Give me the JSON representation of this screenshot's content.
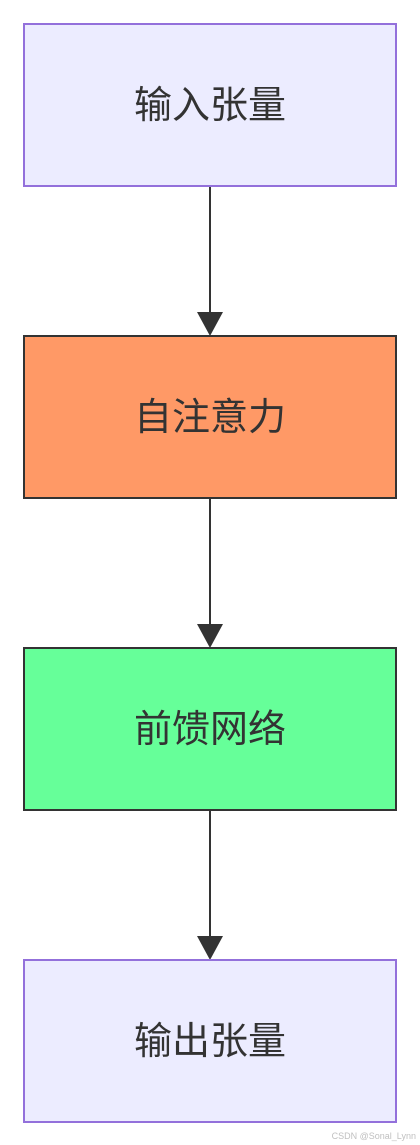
{
  "nodes": [
    {
      "label": "输入张量",
      "fill": "#ececff",
      "stroke": "#9370db"
    },
    {
      "label": "自注意力",
      "fill": "#ff9966",
      "stroke": "#333333"
    },
    {
      "label": "前馈网络",
      "fill": "#66ff99",
      "stroke": "#333333"
    },
    {
      "label": "输出张量",
      "fill": "#ececff",
      "stroke": "#9370db"
    }
  ],
  "edge_color": "#333333",
  "watermark": "CSDN @Sonal_Lynn"
}
